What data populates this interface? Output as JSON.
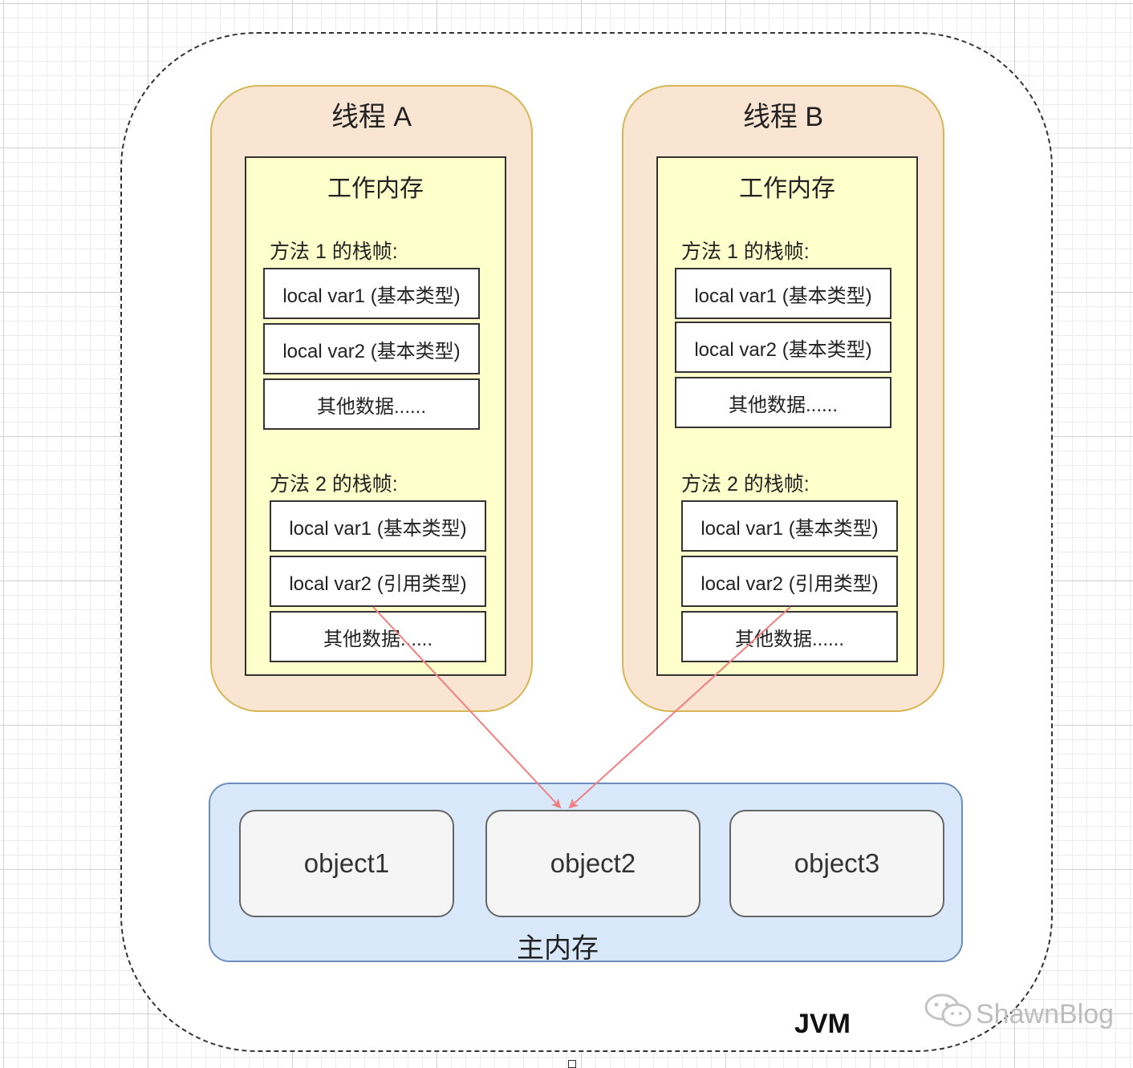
{
  "jvm": {
    "label": "JVM"
  },
  "threads": [
    {
      "title": "线程 A",
      "work_memory": "工作内存",
      "frames": [
        {
          "label": "方法 1 的栈帧:",
          "cells": [
            "local var1 (基本类型)",
            "local var2 (基本类型)",
            "其他数据......"
          ]
        },
        {
          "label": "方法 2 的栈帧:",
          "cells": [
            "local var1 (基本类型)",
            "local var2 (引用类型)",
            "其他数据......"
          ]
        }
      ]
    },
    {
      "title": "线程 B",
      "work_memory": "工作内存",
      "frames": [
        {
          "label": "方法 1 的栈帧:",
          "cells": [
            "local var1 (基本类型)",
            "local var2 (基本类型)",
            "其他数据......"
          ]
        },
        {
          "label": "方法 2 的栈帧:",
          "cells": [
            "local var1 (基本类型)",
            "local var2 (引用类型)",
            "其他数据......"
          ]
        }
      ]
    }
  ],
  "main_memory": {
    "label": "主内存",
    "objects": [
      "object1",
      "object2",
      "object3"
    ]
  },
  "watermark": {
    "text": "ShawnBlog",
    "icon": "wechat-icon"
  },
  "colors": {
    "thread_fill": "#fae5d3",
    "thread_border": "#d6b656",
    "work_memory_fill": "#ffffcc",
    "main_memory_fill": "#dae8fc",
    "main_memory_border": "#6c8ebf",
    "object_fill": "#f5f5f5",
    "arrow": "#f08080"
  }
}
